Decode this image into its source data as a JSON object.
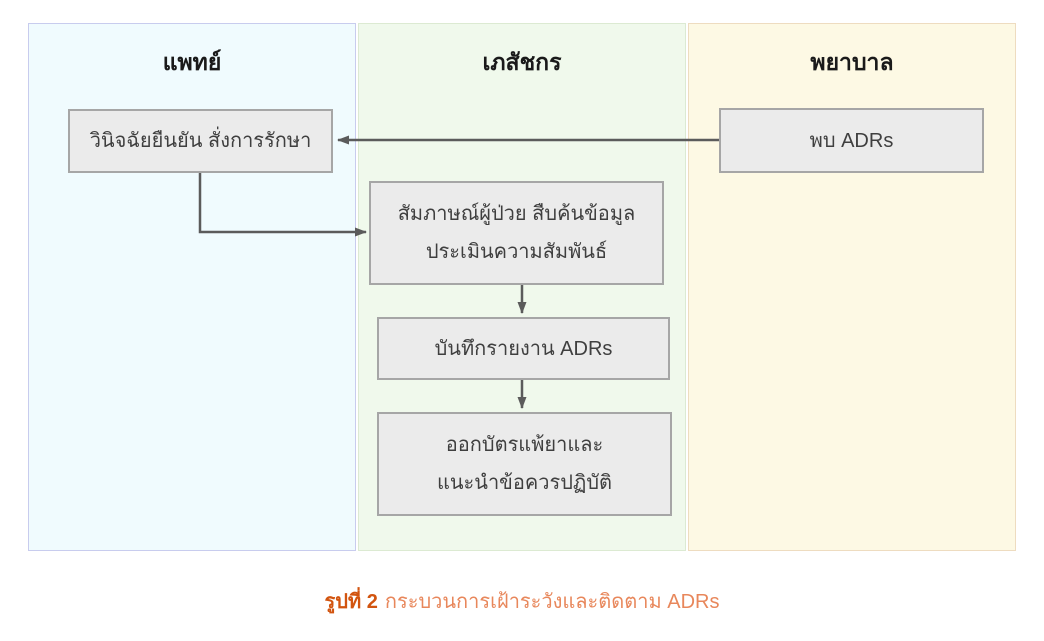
{
  "diagram": {
    "lanes": [
      {
        "id": "doctor",
        "label": "แพทย์",
        "bg": "#F0FBFE",
        "border": "#C8CCEE"
      },
      {
        "id": "pharmacist",
        "label": "เภสัชกร",
        "bg": "#F0F9EC",
        "border": "#DCEAD2"
      },
      {
        "id": "nurse",
        "label": "พยาบาล",
        "bg": "#FDF9E4",
        "border": "#EEDCC0"
      }
    ],
    "nodes": [
      {
        "id": "diagnose",
        "lane": "doctor",
        "lines": [
          "วินิจฉัยยืนยัน สั่งการรักษา"
        ]
      },
      {
        "id": "found-adrs",
        "lane": "nurse",
        "lines": [
          "พบ ADRs"
        ]
      },
      {
        "id": "interview",
        "lane": "pharmacist",
        "lines": [
          "สัมภาษณ์ผู้ป่วย สืบค้นข้อมูล",
          "ประเมินความสัมพันธ์"
        ]
      },
      {
        "id": "record",
        "lane": "pharmacist",
        "lines": [
          "บันทึกรายงาน ADRs"
        ]
      },
      {
        "id": "card",
        "lane": "pharmacist",
        "lines": [
          "ออกบัตรแพ้ยาและ",
          "แนะนำข้อควรปฏิบัติ"
        ]
      }
    ],
    "edges": [
      {
        "from": "found-adrs",
        "to": "diagnose"
      },
      {
        "from": "diagnose",
        "to": "interview"
      },
      {
        "from": "interview",
        "to": "record"
      },
      {
        "from": "record",
        "to": "card"
      }
    ],
    "node_style": {
      "fill": "#EBEBEB",
      "border": "#A6A6A6",
      "text": "#3F3F3F"
    },
    "arrow_color": "#5B5B5B"
  },
  "caption": {
    "prefix": "รูปที่ 2",
    "text": "กระบวนการเฝ้าระวังและติดตาม ADRs",
    "prefix_color": "#D2540F",
    "text_color": "#E8875B"
  }
}
